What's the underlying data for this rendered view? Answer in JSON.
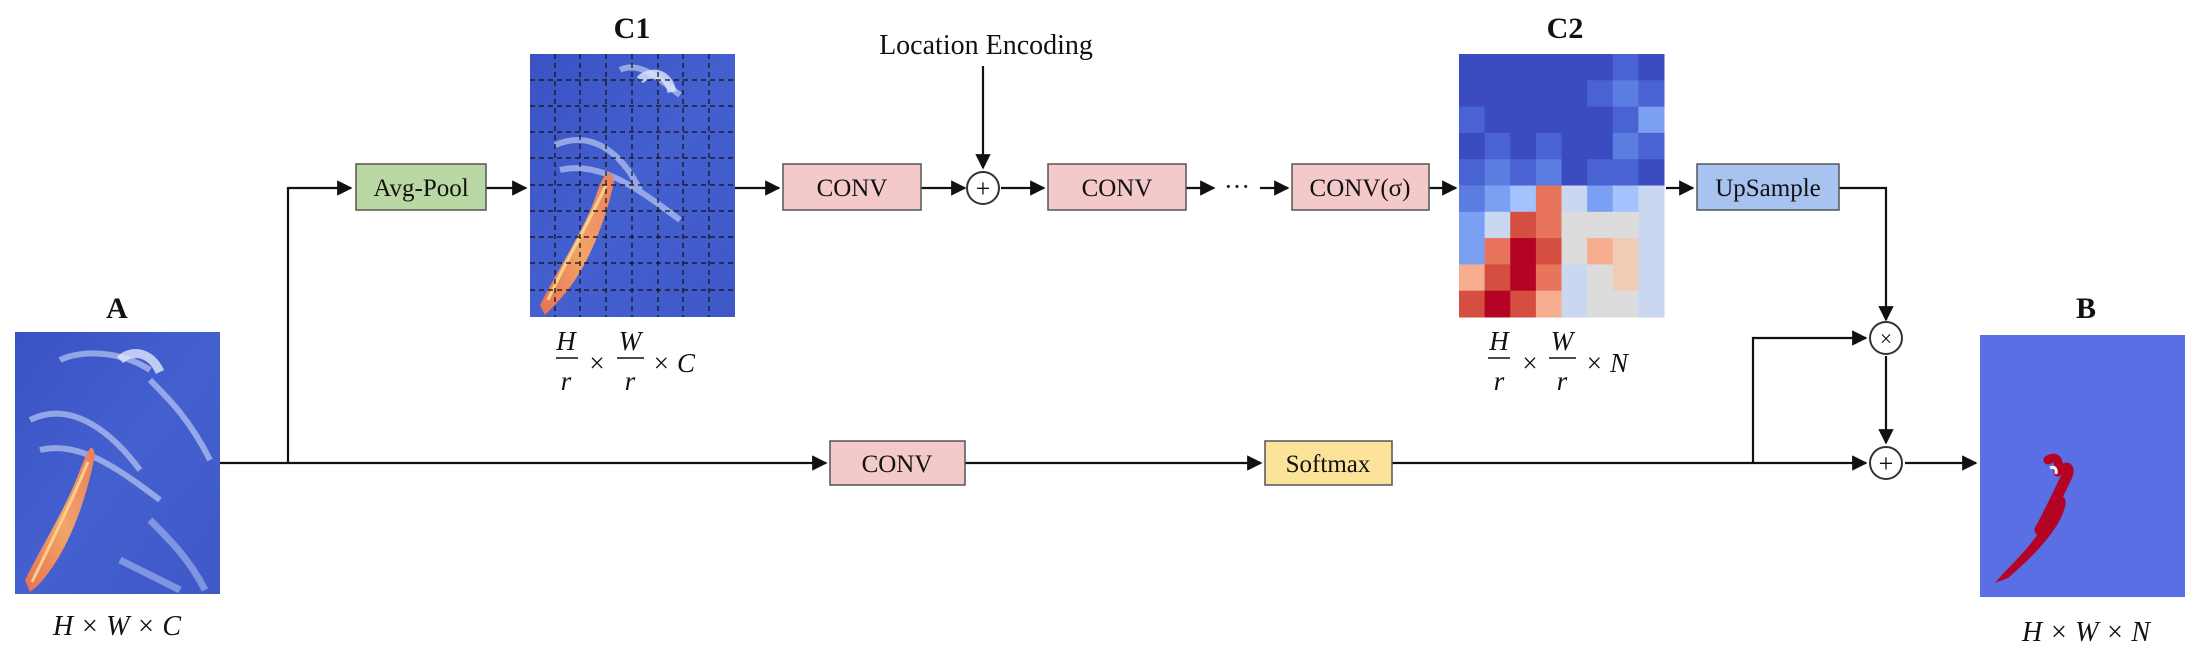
{
  "figure": {
    "panel_a": {
      "title": "A",
      "dims": "H × W × C"
    },
    "panel_c1": {
      "title": "C1",
      "dims_tail": "× C",
      "frac_h_num": "H",
      "frac_w_num": "W",
      "frac_den": "r"
    },
    "panel_c2": {
      "title": "C2",
      "dims_tail": "× N",
      "frac_h_num": "H",
      "frac_w_num": "W",
      "frac_den": "r"
    },
    "panel_b": {
      "title": "B",
      "dims": "H × W × N"
    },
    "location_encoding": "Location Encoding",
    "ellipsis": "···",
    "boxes": {
      "avg_pool": "Avg-Pool",
      "conv_1": "CONV",
      "conv_2": "CONV",
      "conv_sigma": "CONV(σ)",
      "upsample": "UpSample",
      "conv_bottom": "CONV",
      "softmax": "Softmax"
    },
    "operators": {
      "add_top": "+",
      "multiply": "×",
      "add_bottom": "+"
    }
  },
  "colors": {
    "avg_pool": "#b9d8a4",
    "conv": "#f4c9c9",
    "upsample": "#a9c3f0",
    "softmax": "#fbe39a",
    "map_blue": "#3b4cc0",
    "map_red": "#b40426",
    "output_bg": "#5b6fe4"
  }
}
